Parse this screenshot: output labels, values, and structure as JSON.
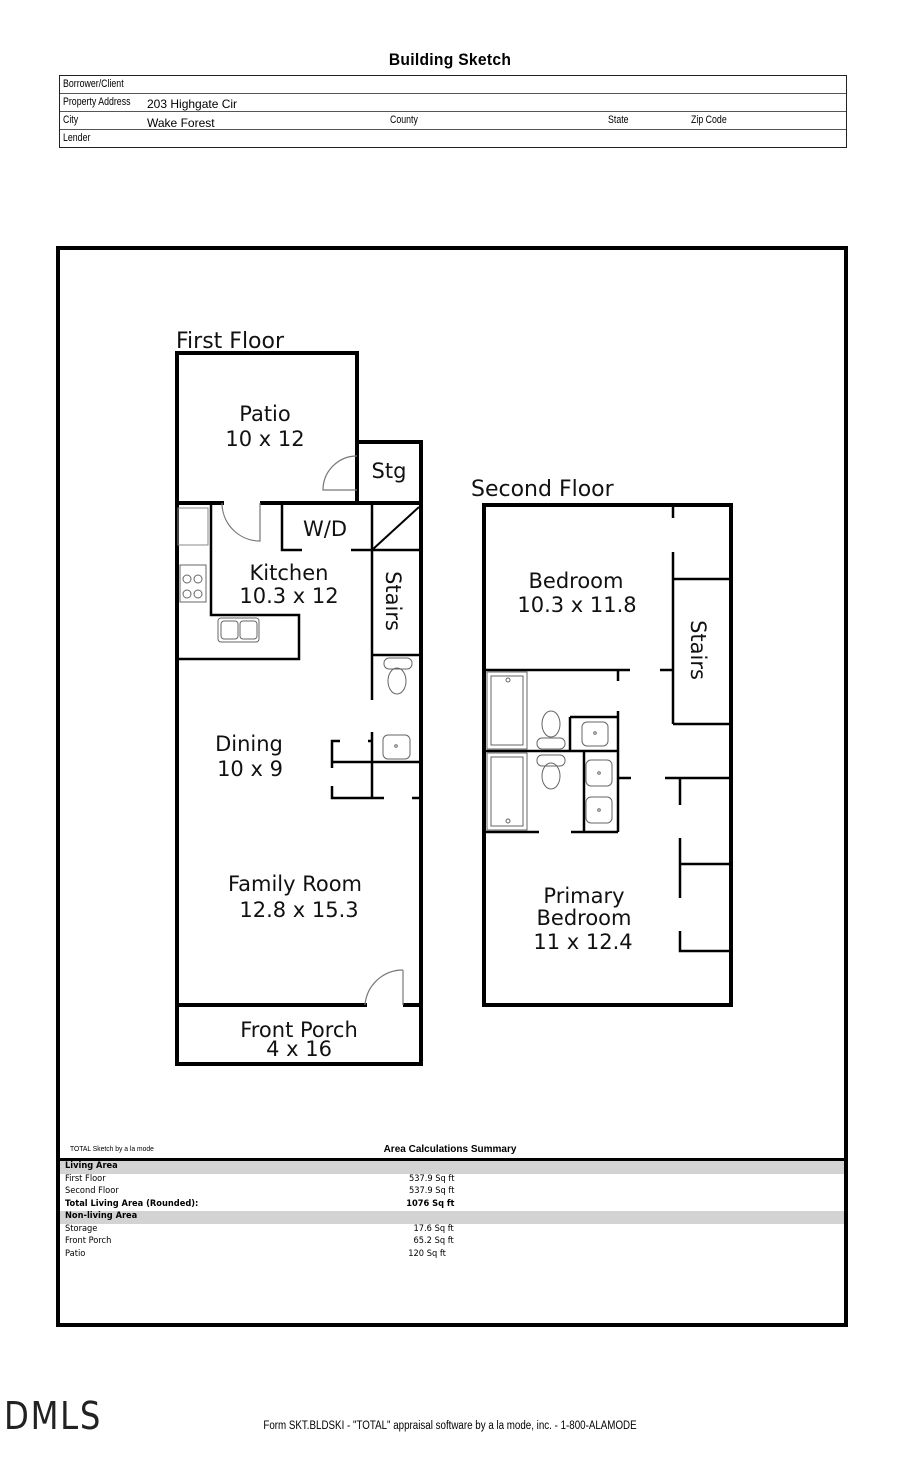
{
  "header": {
    "title": "Building Sketch"
  },
  "info": {
    "borrower_label": "Borrower/Client",
    "borrower_value": "",
    "address_label": "Property Address",
    "address_value": "203 Highgate Cir",
    "city_label": "City",
    "city_value": "Wake Forest",
    "county_label": "County",
    "state_label": "State",
    "zip_label": "Zip Code",
    "lender_label": "Lender"
  },
  "sketch": {
    "first_floor": {
      "label": "First Floor",
      "rooms": [
        {
          "name": "Patio",
          "dims": "10 x 12"
        },
        {
          "name": "Stg",
          "dims": ""
        },
        {
          "name": "W/D",
          "dims": ""
        },
        {
          "name": "Kitchen",
          "dims": "10.3 x 12"
        },
        {
          "name": "Stairs",
          "dims": ""
        },
        {
          "name": "Dining",
          "dims": "10 x 9"
        },
        {
          "name": "Family Room",
          "dims": "12.8 x 15.3"
        },
        {
          "name": "Front Porch",
          "dims": "4 x 16"
        }
      ]
    },
    "second_floor": {
      "label": "Second Floor",
      "rooms": [
        {
          "name": "Bedroom",
          "dims": "10.3 x 11.8"
        },
        {
          "name": "Stairs",
          "dims": ""
        },
        {
          "name": "Primary",
          "name2": "Bedroom",
          "dims": "11 x 12.4"
        }
      ]
    },
    "fixtures": [
      "range-icon",
      "double-sink-icon",
      "toilet-icon",
      "sink-icon",
      "bathtub-icon",
      "vanity-sink-icon",
      "door-swing-icon"
    ]
  },
  "summary": {
    "credit": "TOTAL Sketch by a la mode",
    "title": "Area Calculations Summary",
    "living_header": "Living Area",
    "living_rows": [
      {
        "label": "First Floor",
        "value": "537.9 Sq ft"
      },
      {
        "label": "Second Floor",
        "value": "537.9 Sq ft"
      }
    ],
    "total_label": "Total Living Area (Rounded):",
    "total_value": "1076 Sq ft",
    "nonliving_header": "Non-living Area",
    "nonliving_rows": [
      {
        "label": "Storage",
        "value": "17.6 Sq ft"
      },
      {
        "label": "Front Porch",
        "value": "65.2 Sq ft"
      },
      {
        "label": "Patio",
        "value": "120 Sq ft"
      }
    ]
  },
  "footer": {
    "watermark": "DMLS",
    "form_text": "Form SKT.BLDSKI - \"TOTAL\" appraisal software by a la mode, inc. - 1-800-ALAMODE"
  }
}
